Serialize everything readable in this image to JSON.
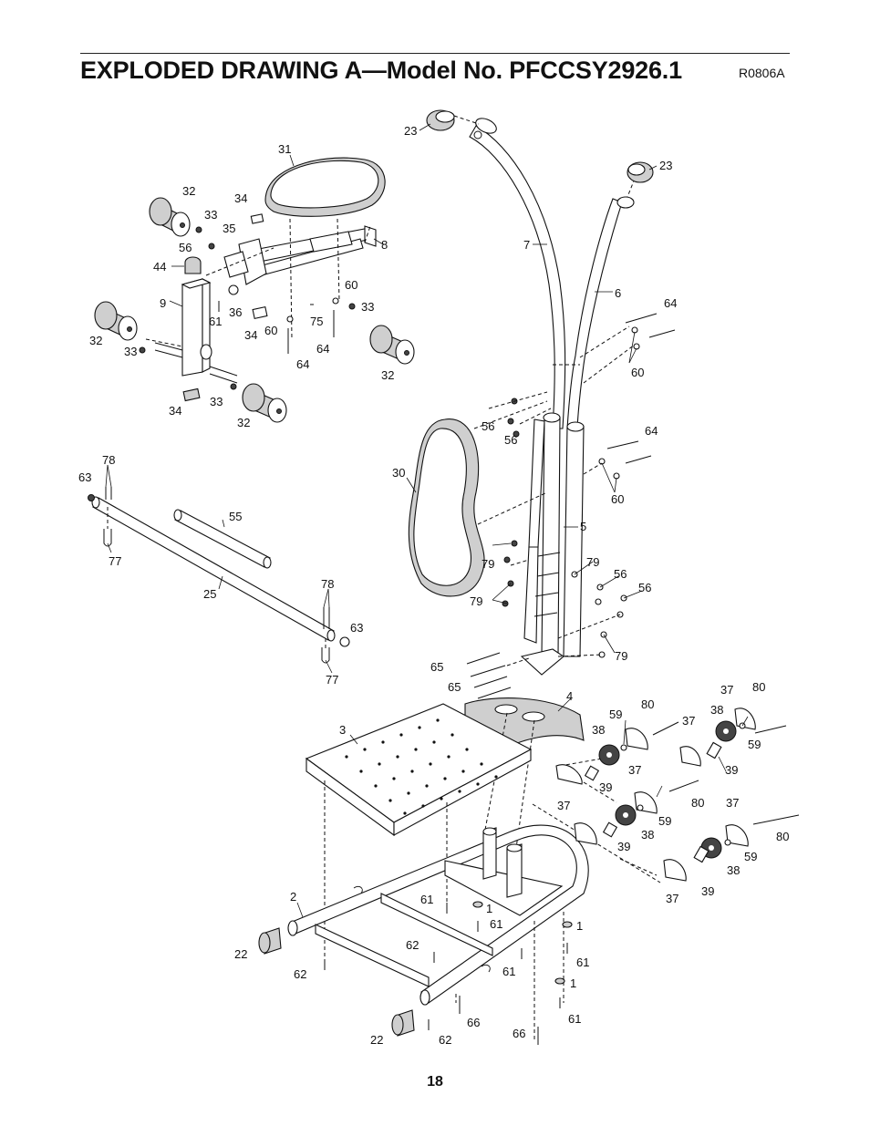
{
  "header": {
    "title": "EXPLODED DRAWING A—Model No. PFCCSY2926.1",
    "drawing_code": "R0806A"
  },
  "footer": {
    "page_number": "18"
  },
  "callouts": [
    {
      "id": "c0",
      "t": "23"
    },
    {
      "id": "c1",
      "t": "23"
    },
    {
      "id": "c2",
      "t": "7"
    },
    {
      "id": "c3",
      "t": "6"
    },
    {
      "id": "c4",
      "t": "64"
    },
    {
      "id": "c5",
      "t": "60"
    },
    {
      "id": "c6",
      "t": "31"
    },
    {
      "id": "c7",
      "t": "32"
    },
    {
      "id": "c8",
      "t": "34"
    },
    {
      "id": "c9",
      "t": "33"
    },
    {
      "id": "c10",
      "t": "35"
    },
    {
      "id": "c11",
      "t": "56"
    },
    {
      "id": "c12",
      "t": "8"
    },
    {
      "id": "c13",
      "t": "44"
    },
    {
      "id": "c14",
      "t": "9"
    },
    {
      "id": "c15",
      "t": "60"
    },
    {
      "id": "c16",
      "t": "33"
    },
    {
      "id": "c17",
      "t": "61"
    },
    {
      "id": "c18",
      "t": "36"
    },
    {
      "id": "c19",
      "t": "75"
    },
    {
      "id": "c20",
      "t": "32"
    },
    {
      "id": "c21",
      "t": "34"
    },
    {
      "id": "c22",
      "t": "60"
    },
    {
      "id": "c23",
      "t": "33"
    },
    {
      "id": "c24",
      "t": "64"
    },
    {
      "id": "c25",
      "t": "64"
    },
    {
      "id": "c26",
      "t": "32"
    },
    {
      "id": "c27",
      "t": "34"
    },
    {
      "id": "c28",
      "t": "33"
    },
    {
      "id": "c29",
      "t": "32"
    },
    {
      "id": "c30",
      "t": "56"
    },
    {
      "id": "c31",
      "t": "56"
    },
    {
      "id": "c32",
      "t": "64"
    },
    {
      "id": "c33",
      "t": "60"
    },
    {
      "id": "c34",
      "t": "30"
    },
    {
      "id": "c35",
      "t": "5"
    },
    {
      "id": "c36",
      "t": "78"
    },
    {
      "id": "c37",
      "t": "63"
    },
    {
      "id": "c38",
      "t": "55"
    },
    {
      "id": "c39",
      "t": "77"
    },
    {
      "id": "c40",
      "t": "25"
    },
    {
      "id": "c41",
      "t": "79"
    },
    {
      "id": "c42",
      "t": "79"
    },
    {
      "id": "c43",
      "t": "56"
    },
    {
      "id": "c44",
      "t": "56"
    },
    {
      "id": "c45",
      "t": "79"
    },
    {
      "id": "c46",
      "t": "78"
    },
    {
      "id": "c47",
      "t": "63"
    },
    {
      "id": "c48",
      "t": "79"
    },
    {
      "id": "c49",
      "t": "77"
    },
    {
      "id": "c50",
      "t": "65"
    },
    {
      "id": "c51",
      "t": "65"
    },
    {
      "id": "c52",
      "t": "4"
    },
    {
      "id": "c53",
      "t": "37"
    },
    {
      "id": "c54",
      "t": "80"
    },
    {
      "id": "c55",
      "t": "38"
    },
    {
      "id": "c56",
      "t": "80"
    },
    {
      "id": "c57",
      "t": "59"
    },
    {
      "id": "c58",
      "t": "37"
    },
    {
      "id": "c59",
      "t": "59"
    },
    {
      "id": "c60",
      "t": "3"
    },
    {
      "id": "c61",
      "t": "38"
    },
    {
      "id": "c62",
      "t": "37"
    },
    {
      "id": "c63",
      "t": "39"
    },
    {
      "id": "c64",
      "t": "39"
    },
    {
      "id": "c65",
      "t": "80"
    },
    {
      "id": "c66",
      "t": "37"
    },
    {
      "id": "c67",
      "t": "37"
    },
    {
      "id": "c68",
      "t": "59"
    },
    {
      "id": "c69",
      "t": "38"
    },
    {
      "id": "c70",
      "t": "80"
    },
    {
      "id": "c71",
      "t": "39"
    },
    {
      "id": "c72",
      "t": "59"
    },
    {
      "id": "c73",
      "t": "38"
    },
    {
      "id": "c74",
      "t": "37"
    },
    {
      "id": "c75",
      "t": "39"
    },
    {
      "id": "c76",
      "t": "2"
    },
    {
      "id": "c77",
      "t": "61"
    },
    {
      "id": "c78",
      "t": "1"
    },
    {
      "id": "c79",
      "t": "61"
    },
    {
      "id": "c80",
      "t": "1"
    },
    {
      "id": "c81",
      "t": "22"
    },
    {
      "id": "c82",
      "t": "62"
    },
    {
      "id": "c83",
      "t": "62"
    },
    {
      "id": "c84",
      "t": "61"
    },
    {
      "id": "c85",
      "t": "61"
    },
    {
      "id": "c86",
      "t": "1"
    },
    {
      "id": "c87",
      "t": "66"
    },
    {
      "id": "c88",
      "t": "61"
    },
    {
      "id": "c89",
      "t": "22"
    },
    {
      "id": "c90",
      "t": "62"
    },
    {
      "id": "c91",
      "t": "66"
    }
  ]
}
